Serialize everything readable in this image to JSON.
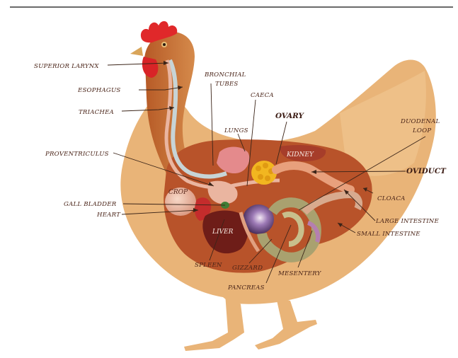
{
  "labels": {
    "superior_larynx": "SUPERIOR LARYNX",
    "esophagus": "ESOPHAGUS",
    "triachea": "TRIACHEA",
    "proventriculus": "PROVENTRICULUS",
    "gall_bladder": "GALL BLADDER",
    "heart": "HEART",
    "bronchial_tubes_1": "BRONCHIAL",
    "bronchial_tubes_2": "TUBES",
    "caeca": "CAECA",
    "ovary": "OVARY",
    "lungs": "LUNGS",
    "kidney": "KIDNEY",
    "duodenal_loop_1": "DUODENAL",
    "duodenal_loop_2": "LOOP",
    "oviduct": "OVIDUCT",
    "cloaca": "CLOACA",
    "large_intestine": "LARGE INTESTINE",
    "small_intestine": "SMALL INTESTINE",
    "crop": "CROP",
    "liver": "LIVER",
    "spleen": "SPLEEN",
    "gizzard": "GIZZARD",
    "pancreas": "PANCREAS",
    "mesentery": "MESENTERY"
  },
  "colors": {
    "body": "#e9b478",
    "body_dark": "#c98a4e",
    "head": "#b5541f",
    "comb": "#e0282a",
    "cavity": "#b8532a",
    "label_text": "#4a2418"
  }
}
